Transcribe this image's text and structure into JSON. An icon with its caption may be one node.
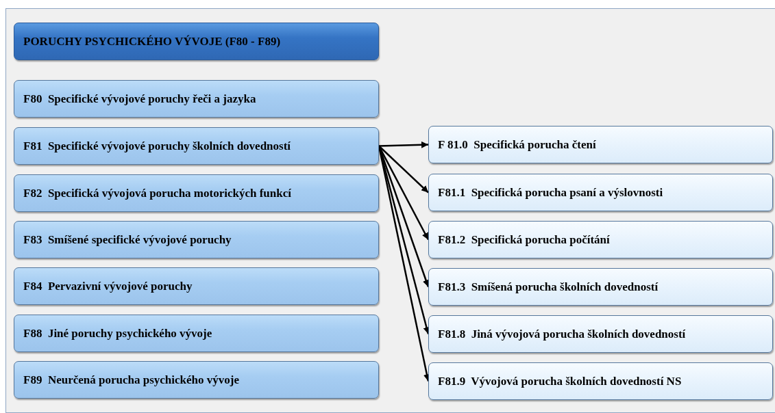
{
  "diagram": {
    "nodes": [
      {
        "text": [
          "PORUCHY PSYCHICKÉHO VÝVOJE (F80 - F89)"
        ]
      },
      {
        "text": [
          "F80  Specifické vývojové poruchy řeči a jazyka"
        ]
      },
      {
        "text": [
          "F81  Specifické vývojové poruchy školních dovedností"
        ]
      },
      {
        "text": [
          "F82  Specifická vývojová porucha motorických funkcí"
        ]
      },
      {
        "text": [
          "F83  Smíšené specifické vývojové poruchy"
        ]
      },
      {
        "text": [
          "F84  Pervazivní vývojové poruchy"
        ]
      },
      {
        "text": [
          "F88  Jiné poruchy psychického vývoje"
        ]
      },
      {
        "text": [
          "F89  Neurčená porucha psychického vývoje"
        ]
      },
      {
        "text": [
          "F 81.0  Specifická porucha čtení"
        ]
      },
      {
        "text": [
          "F81.1  Specifická porucha psaní a výslovnosti"
        ]
      },
      {
        "text": [
          "F81.2  Specifická porucha počítání"
        ]
      },
      {
        "text": [
          "F81.3  Smíšená porucha školních dovedností"
        ]
      },
      {
        "text": [
          "F81.8  Jiná vývojová porucha školních dovedností"
        ]
      },
      {
        "text": [
          "F81.9  Vývojová porucha školních dovedností NS"
        ]
      }
    ],
    "edges": [
      {
        "from": 2,
        "to": 8,
        "arrow": "to"
      },
      {
        "from": 2,
        "to": 9,
        "arrow": "to"
      },
      {
        "from": 2,
        "to": 10,
        "arrow": "to"
      },
      {
        "from": 2,
        "to": 11,
        "arrow": "to"
      },
      {
        "from": 2,
        "to": 12,
        "arrow": "to"
      },
      {
        "from": 2,
        "to": 13,
        "arrow": "to"
      }
    ]
  }
}
